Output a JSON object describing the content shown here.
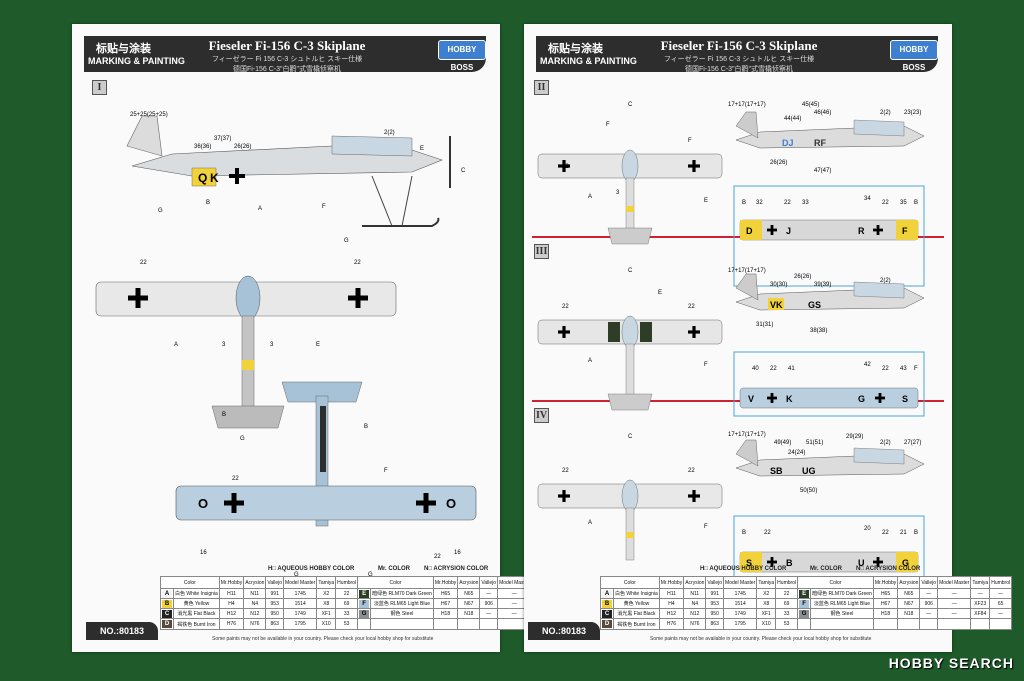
{
  "header": {
    "title_cn": "标贴与涂装",
    "title_en": "MARKING & PAINTING",
    "title": "Fieseler Fi-156 C-3 Skiplane",
    "sub_jp": "フィーゼラー Fi 156 C-3 シュトルヒ スキー仕様",
    "sub_cn": "德国Fi-156 C-3\"白鹳\"式雪橇侦察机",
    "logo": "HOBBY BOSS"
  },
  "schemes": {
    "one": "I",
    "two": "II",
    "three": "III",
    "four": "IV"
  },
  "callouts": {
    "c1": "25+25(25+25)",
    "c2": "36(36)",
    "c3": "37(37)",
    "c4": "26(26)",
    "c5": "2(2)",
    "c6": "17+17(17+17)",
    "c7": "45(45)",
    "c8": "44(44)",
    "c9": "46(46)",
    "c10": "23(23)",
    "c11": "26(26)",
    "c12": "47(47)",
    "c13": "30(30)",
    "c14": "39(39)",
    "c15": "31(31)",
    "c16": "38(38)",
    "c17": "49(49)",
    "c18": "51(51)",
    "c19": "29(29)",
    "c20": "24(24)",
    "c21": "27(27)",
    "c22": "50(50)",
    "n22": "22",
    "n16": "16",
    "n3": "3",
    "n32": "32",
    "n33": "33",
    "n34": "34",
    "n35": "35",
    "n40": "40",
    "n41": "41",
    "n42": "42",
    "n43": "43",
    "n20": "20",
    "n21": "21",
    "A": "A",
    "B": "B",
    "C": "C",
    "D": "D",
    "E": "E",
    "F": "F",
    "G": "G"
  },
  "codes": {
    "qk_q": "Q",
    "qk_k": "K",
    "dj_d": "D",
    "dj_j": "J",
    "rf_r": "R",
    "rf_f": "F",
    "vk_v": "V",
    "vk_k": "K",
    "gs_g": "G",
    "gs_s": "S",
    "sb_s": "S",
    "sb_b": "B",
    "ug_u": "U",
    "ug_g": "G",
    "zero": "O",
    "tail_dj": "DJ",
    "tail_rf": "RF",
    "tail_vk": "VK",
    "tail_gs": "GS",
    "tail_sb": "SB",
    "tail_ug": "UG"
  },
  "legend": {
    "aqueous": "AQUEOUS HOBBY COLOR",
    "mr": "Mr. COLOR",
    "acrysion": "ACRYSION COLOR",
    "h_prefix": "H",
    "n_prefix": "N"
  },
  "color_table": {
    "headers": [
      "Color",
      "Mr.Hobby",
      "Acrysion",
      "Vallejo",
      "Model Master",
      "Tamiya",
      "Humbrol"
    ],
    "rows_left": [
      {
        "key": "A",
        "name_cn": "白色",
        "name": "White Insignia",
        "mr": "H11",
        "acr": "N11",
        "vallejo": "991",
        "mm": "1745",
        "tamiya": "X2",
        "humbrol": "22",
        "swatch": "#f4f4f4"
      },
      {
        "key": "B",
        "name_cn": "黄色",
        "name": "Yellow",
        "mr": "H4",
        "acr": "N4",
        "vallejo": "953",
        "mm": "1514",
        "tamiya": "X8",
        "humbrol": "69",
        "swatch": "#f1d23a"
      },
      {
        "key": "C",
        "name_cn": "消光黑",
        "name": "Flat Black",
        "mr": "H12",
        "acr": "N12",
        "vallejo": "950",
        "mm": "1749",
        "tamiya": "XF1",
        "humbrol": "33",
        "swatch": "#222222"
      },
      {
        "key": "D",
        "name_cn": "褐铁色",
        "name": "Burnt Iron",
        "mr": "H76",
        "acr": "N76",
        "vallejo": "863",
        "mm": "1795",
        "tamiya": "X10",
        "humbrol": "53",
        "swatch": "#5a4a3a"
      }
    ],
    "rows_right": [
      {
        "key": "E",
        "name_cn": "暗绿色",
        "name": "RLM70 Dark Green",
        "mr": "H65",
        "acr": "N65",
        "vallejo": "—",
        "mm": "—",
        "tamiya": "—",
        "humbrol": "—",
        "swatch": "#2e3d26"
      },
      {
        "key": "F",
        "name_cn": "淡蓝色",
        "name": "RLM65 Light Blue",
        "mr": "H67",
        "acr": "N67",
        "vallejo": "906",
        "mm": "—",
        "tamiya": "XF23",
        "humbrol": "65",
        "swatch": "#a7c2d6"
      },
      {
        "key": "G",
        "name_cn": "钢色",
        "name": "Steel",
        "mr": "H18",
        "acr": "N18",
        "vallejo": "—",
        "mm": "—",
        "tamiya": "XF84",
        "humbrol": "—",
        "swatch": "#8a8d92"
      }
    ]
  },
  "footer": {
    "item_no": "NO.:80183",
    "note": "Some paints may not be available in your country. Please check your local hobby shop for substitute"
  },
  "watermark": "HOBBY SEARCH",
  "colors": {
    "background": "#1e5a2a",
    "yellow": "#f1d23a",
    "blue": "#a7c2d6",
    "header": "#2d2d2d"
  }
}
